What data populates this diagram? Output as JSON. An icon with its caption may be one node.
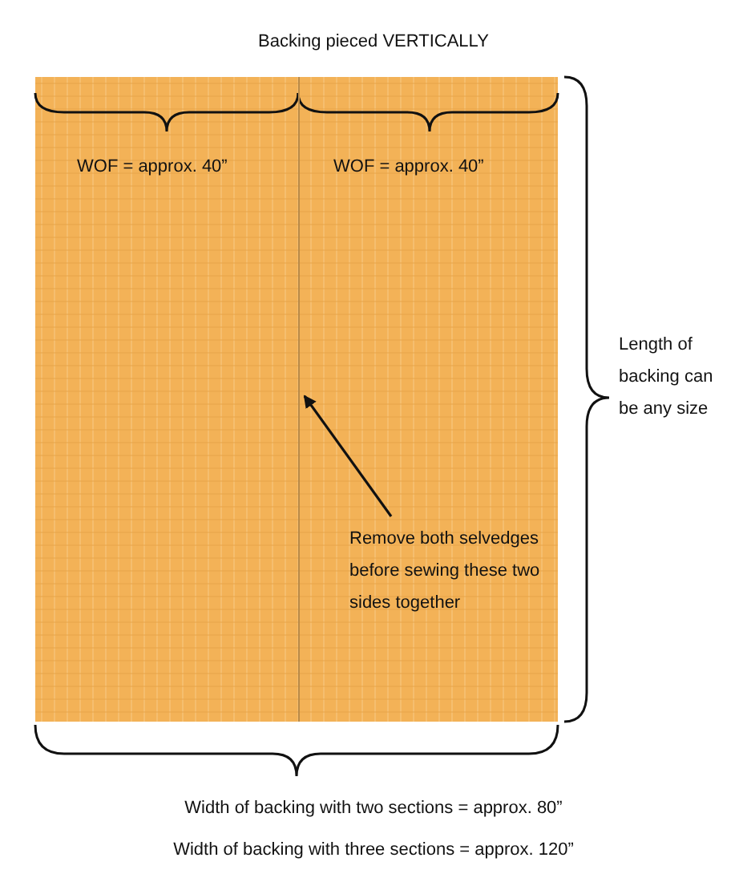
{
  "diagram": {
    "title": "Backing pieced VERTICALLY",
    "nodes": [
      {
        "text": [
          "Remove both selvedges before sewing these two sides together"
        ]
      },
      {
        "text": [],
        "shape": "line"
      }
    ],
    "edges": [
      {
        "from": 0,
        "to": 1,
        "arrow": "to"
      }
    ],
    "labels": [
      "WOF = approx. 40”",
      "WOF = approx. 40”",
      "Length of backing can be any size",
      "Width of backing with two sections = approx. 80”",
      "Width of backing with three sections = approx. 120”"
    ]
  }
}
